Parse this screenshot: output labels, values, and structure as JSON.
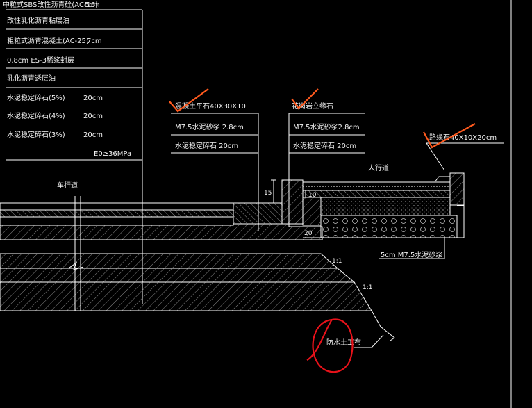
{
  "layer_table": {
    "rows": [
      {
        "name": "中粒式SBS改性沥青砼(AC-16)",
        "thick": "5cm"
      },
      {
        "name": "改性乳化沥青粘层油",
        "thick": ""
      },
      {
        "name": "粗粒式沥青混凝土(AC-25)",
        "thick": "7cm"
      },
      {
        "name": "0.8cm ES-3稀浆封层",
        "thick": ""
      },
      {
        "name": "乳化沥青透层油",
        "thick": ""
      },
      {
        "name": "水泥稳定碎石(5%)",
        "thick": "20cm"
      },
      {
        "name": "水泥稳定碎石(4%)",
        "thick": "20cm"
      },
      {
        "name": "水泥稳定碎石(3%)",
        "thick": "20cm"
      }
    ],
    "footer": "E0≥36MPa"
  },
  "callout_left": {
    "title": "混凝土平石40X30X10",
    "rows": [
      "M7.5水泥砂浆 2.8cm",
      "水泥稳定碎石 20cm"
    ]
  },
  "callout_mid": {
    "title": "花岗岩立缘石",
    "rows": [
      "M7.5水泥砂浆2.8cm",
      "水泥稳定碎石 20cm"
    ]
  },
  "callout_right": {
    "title": "路缘石40X10X20cm"
  },
  "labels": {
    "carriageway": "车行道",
    "sidewalk": "人行道",
    "mortar": "5cm M7.5水泥砂浆",
    "fill": "防水土工布",
    "dim_15": "15",
    "dim_10": "10",
    "dim_20": "20",
    "slope_1": "1:1",
    "slope_2": "1:1"
  },
  "colors": {
    "line": "#ffffff",
    "hatch": "#8a8a8a",
    "check": "#ff5a1e",
    "circle": "#e8121a"
  }
}
